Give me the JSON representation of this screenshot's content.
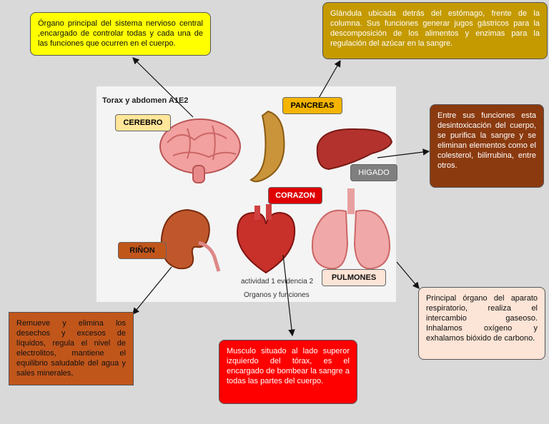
{
  "panel": {
    "title": "Torax y abdomen A1E2",
    "caption1": "actividad 1 evidencia 2",
    "caption2": "Organos y funciones"
  },
  "labels": {
    "cerebro": "CEREBRO",
    "pancreas": "PANCREAS",
    "higado": "HIGADO",
    "corazon": "CORAZON",
    "rinon": "RIÑON",
    "pulmones": "PULMONES"
  },
  "notes": {
    "cerebro": "Órgano principal del sistema nervioso central ,encargado de controlar todas y cada una de las funciones que ocurren en el cuerpo.",
    "pancreas": "Glándula ubicada detrás del estómago, frente de la columna. Sus funciones generar jugos gástricos para la descomposición de los alimentos y enzimas para la regulación del azúcar en la sangre.",
    "higado": "Entre sus funciones esta desintoxicación del cuerpo, se purifica la sangre y se eliminan elementos como el colesterol, bilirrubina, entre otros.",
    "rinon": "Remueve y elimina los desechos y excesos de líquidos, regula el nivel de electrolitos, mantiene el equilibrio saludable del agua y sales minerales,",
    "corazon": "Musculo situado al lado superor izquierdo del tórax, es el encargado de bombear la sangre a todas las partes del cuerpo.",
    "pulmones": "Principal órgano del aparato respiratorio, realiza el intercambio gaseoso. Inhalamos oxígeno y exhalamos bióxido de carbono."
  },
  "colors": {
    "yellow": "#ffff00",
    "gold": "#c49a00",
    "brown": "#8b3a0f",
    "orange_brown": "#c1561b",
    "red": "#ff0000",
    "pale": "#fce4d6",
    "label_yellow": "#ffe699",
    "label_gold": "#f4b400"
  }
}
